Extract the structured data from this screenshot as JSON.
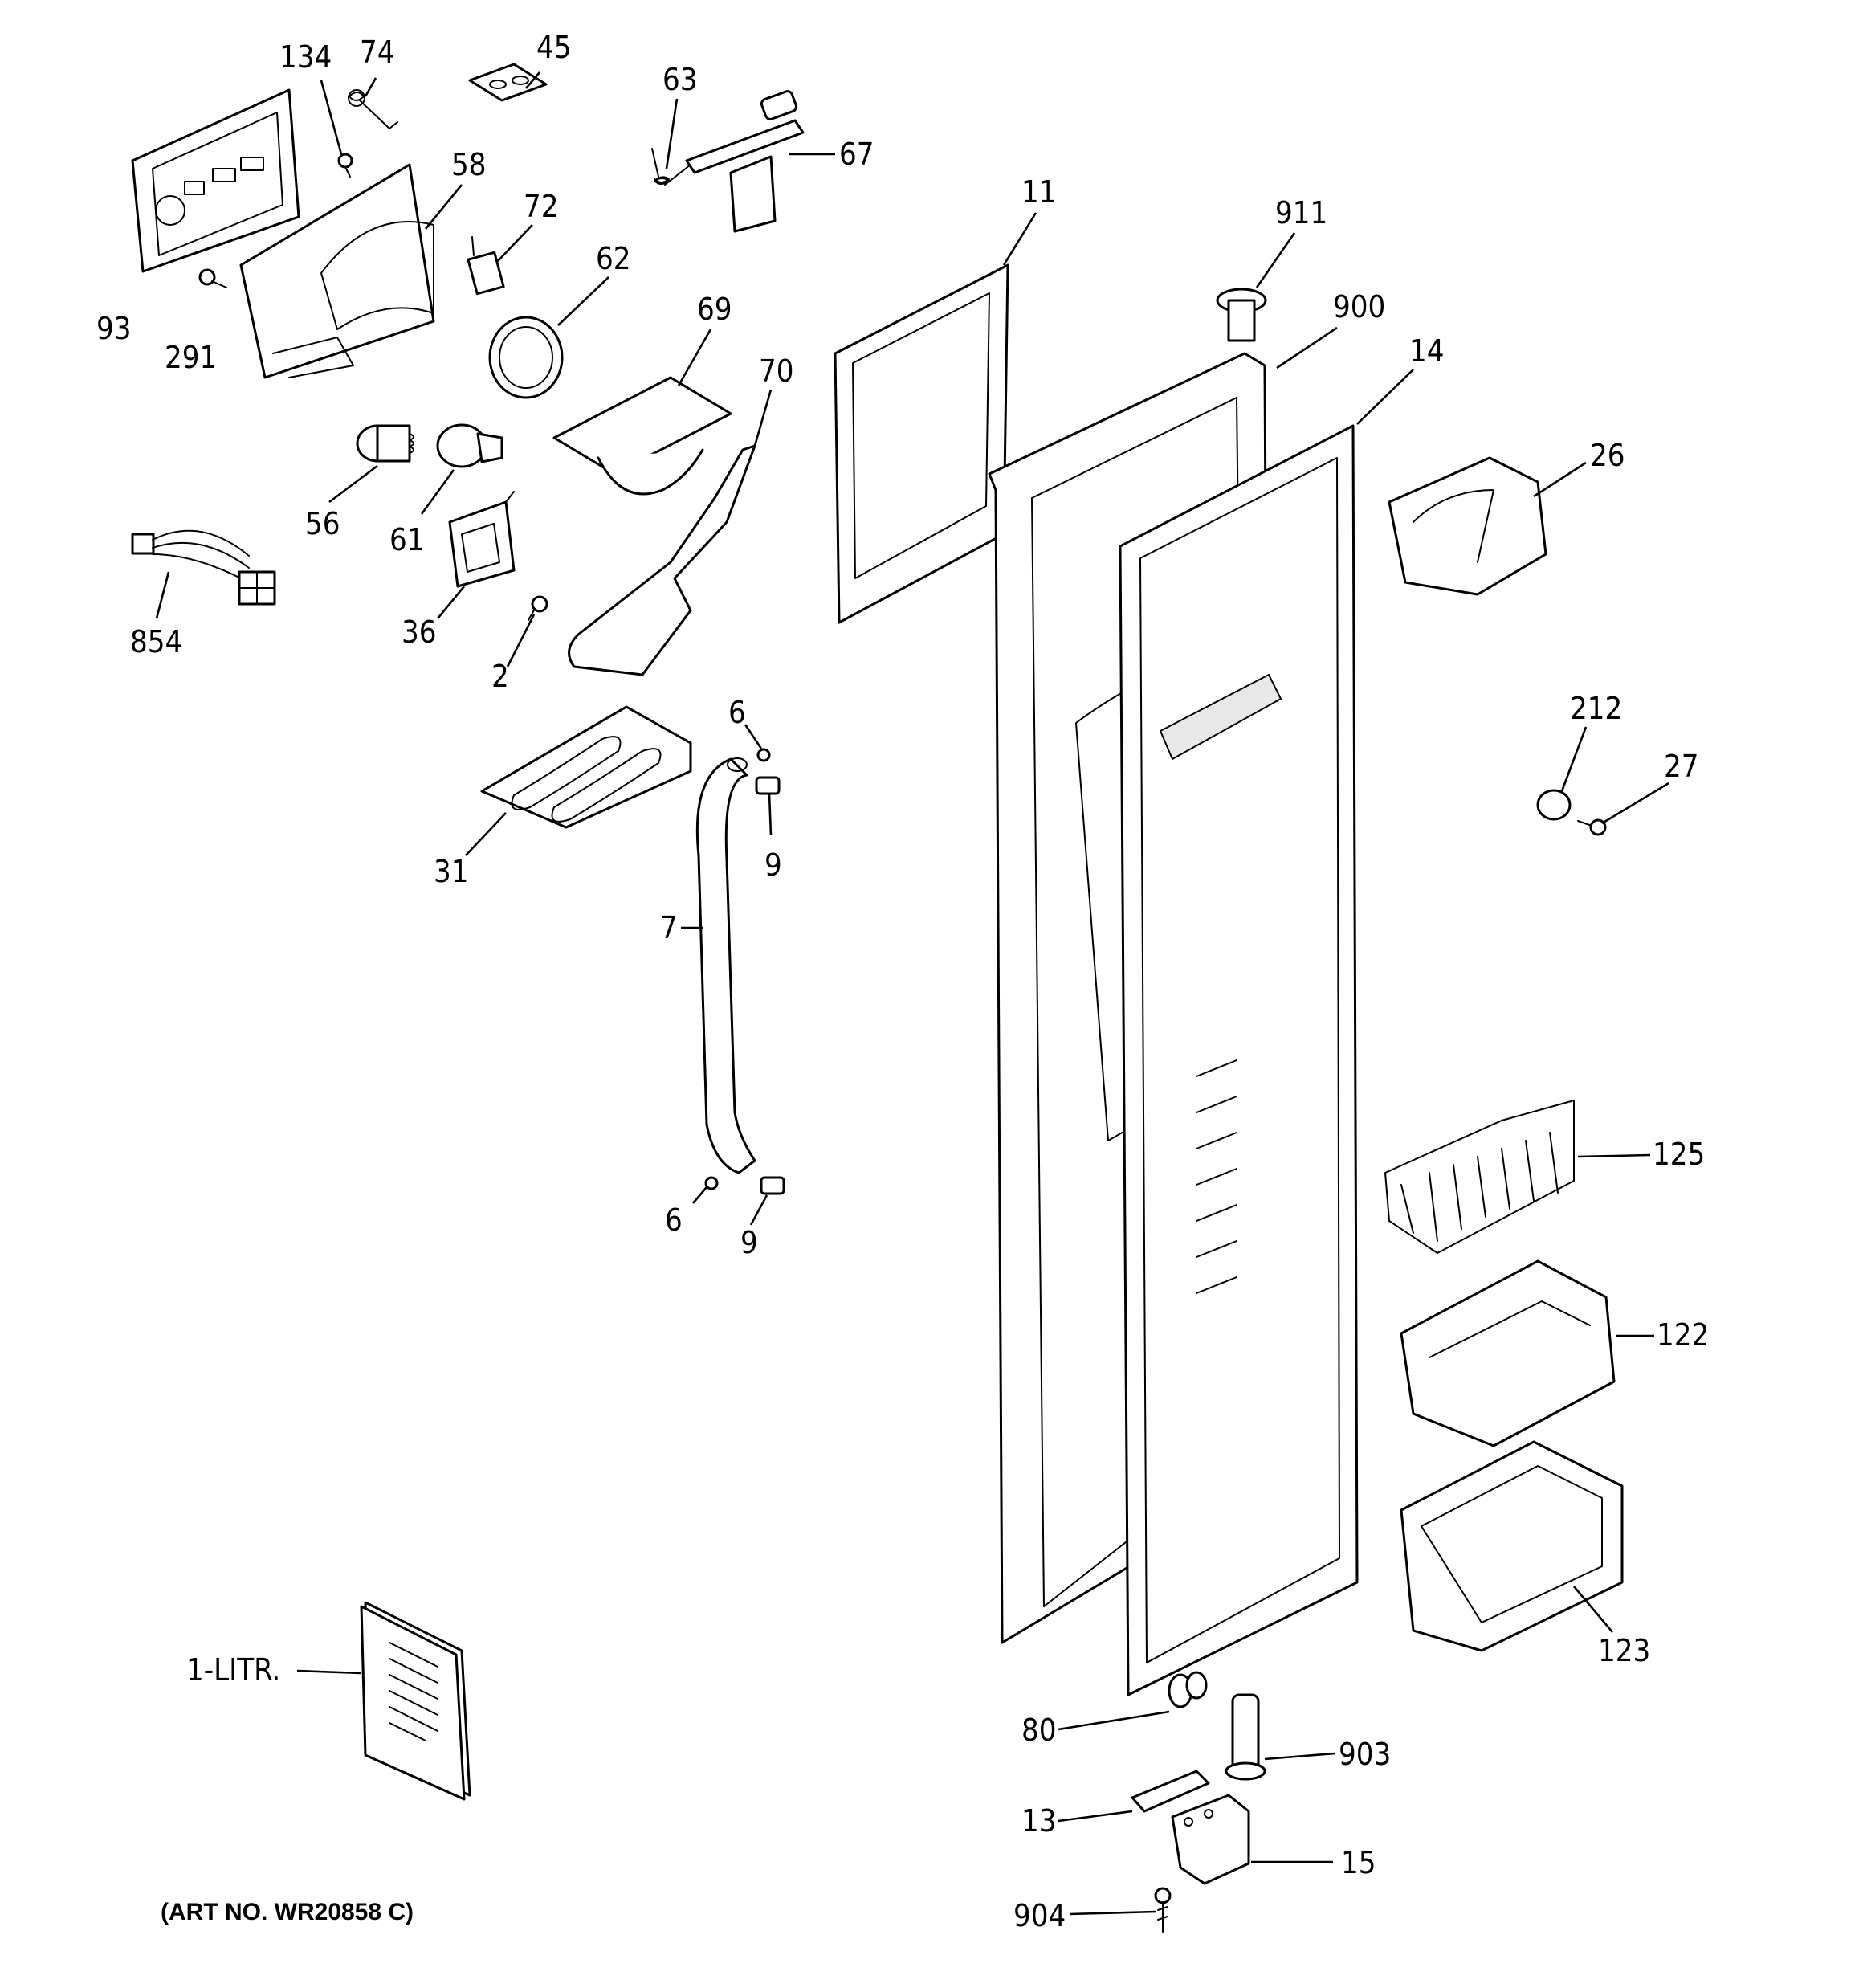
{
  "art_number": "(ART NO. WR20858 C)",
  "labels": {
    "l134": "134",
    "l74": "74",
    "l45": "45",
    "l63": "63",
    "l67": "67",
    "l93": "93",
    "l291": "291",
    "l58": "58",
    "l72": "72",
    "l62": "62",
    "l69": "69",
    "l70": "70",
    "l11": "11",
    "l911": "911",
    "l900": "900",
    "l14": "14",
    "l26": "26",
    "l56": "56",
    "l61": "61",
    "l854": "854",
    "l36": "36",
    "l2": "2",
    "l6a": "6",
    "l9a": "9",
    "l31": "31",
    "l7": "7",
    "l212": "212",
    "l27": "27",
    "l125": "125",
    "l6b": "6",
    "l9b": "9",
    "l122": "122",
    "l123": "123",
    "l1litr": "1-LITR.",
    "l80": "80",
    "l903": "903",
    "l13": "13",
    "l15": "15",
    "l904": "904"
  }
}
